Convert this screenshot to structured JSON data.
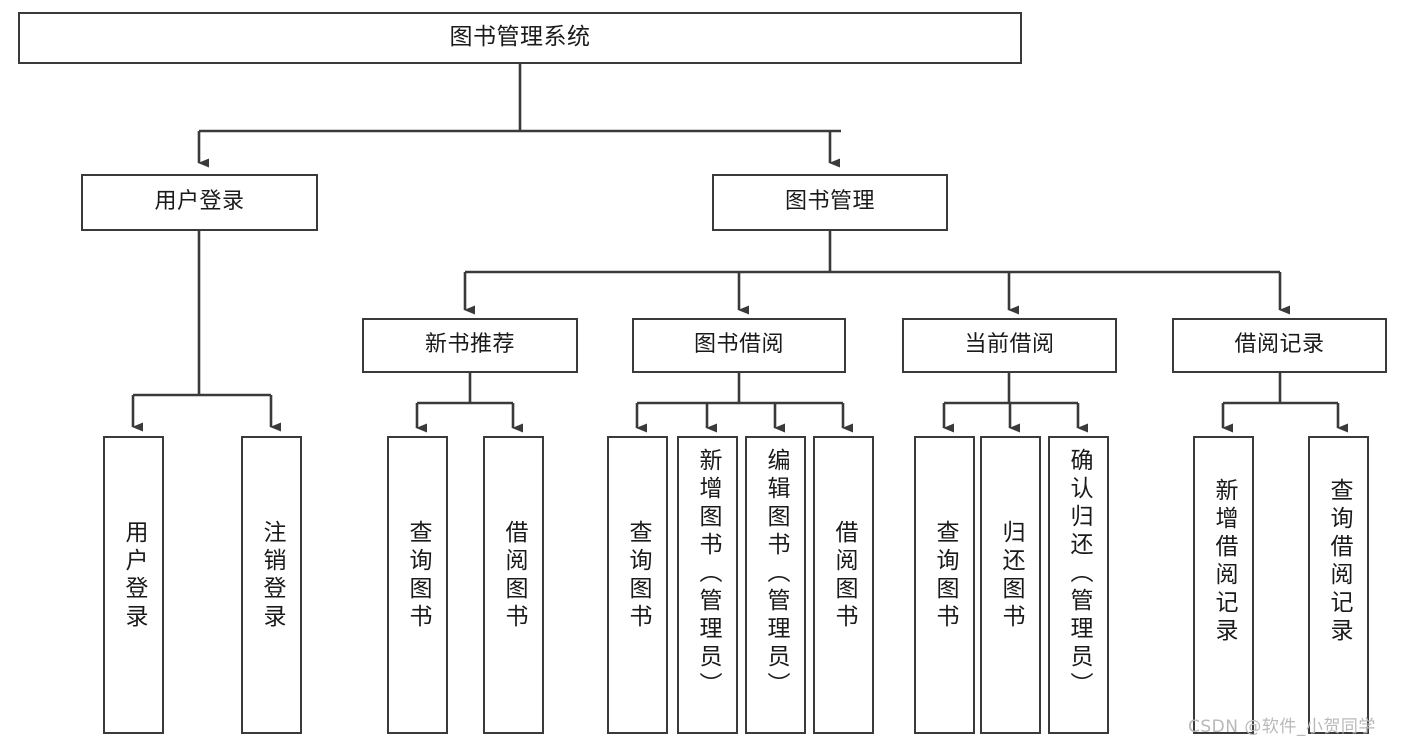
{
  "diagram": {
    "title": "图书管理系统",
    "type": "tree",
    "root": {
      "label": "图书管理系统"
    },
    "level2": [
      {
        "label": "用户登录"
      },
      {
        "label": "图书管理"
      }
    ],
    "level3": [
      {
        "label": "新书推荐",
        "parent": "图书管理"
      },
      {
        "label": "图书借阅",
        "parent": "图书管理"
      },
      {
        "label": "当前借阅",
        "parent": "图书管理"
      },
      {
        "label": "借阅记录",
        "parent": "图书管理"
      }
    ],
    "leaves": {
      "user_login": [
        {
          "label": "用户登录"
        },
        {
          "label": "注销登录"
        }
      ],
      "new_book_recommend": [
        {
          "label": "查询图书"
        },
        {
          "label": "借阅图书"
        }
      ],
      "book_borrow": [
        {
          "label": "查询图书"
        },
        {
          "label": "新增图书（管理员）"
        },
        {
          "label": "编辑图书（管理员）"
        },
        {
          "label": "借阅图书"
        }
      ],
      "current_borrow": [
        {
          "label": "查询图书"
        },
        {
          "label": "归还图书"
        },
        {
          "label": "确认归还（管理员）"
        }
      ],
      "borrow_record": [
        {
          "label": "新增借阅记录"
        },
        {
          "label": "查询借阅记录"
        }
      ]
    }
  },
  "watermark": {
    "text": "CSDN @软件_小贺同学"
  },
  "colors": {
    "box_border": "#3a3a3a",
    "box_fill": "#ffffff",
    "line": "#3a3a3a",
    "text": "#1a1a1a",
    "watermark": "#b9b9b9",
    "background": "#ffffff"
  }
}
